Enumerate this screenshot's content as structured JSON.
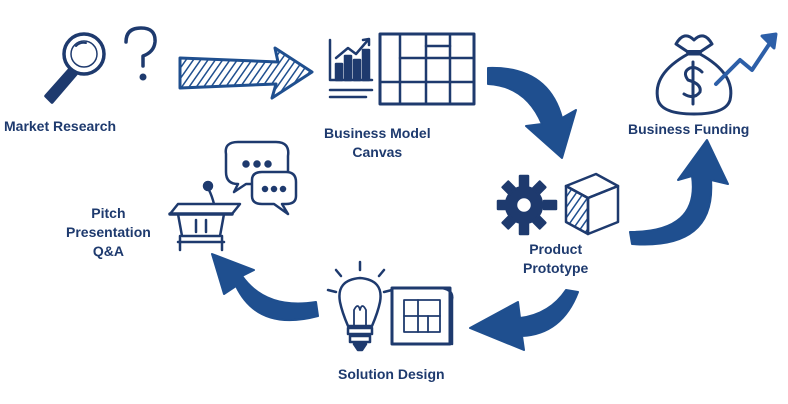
{
  "diagram": {
    "colors": {
      "ink": "#1e3a6e",
      "arrow": "#1f4f8f",
      "accent": "#2d5fa8"
    },
    "nodes": [
      {
        "id": "market-research",
        "lines": [
          "Market Research"
        ],
        "icon": "magnifier-question-icon"
      },
      {
        "id": "business-model-canvas",
        "lines": [
          "Business Model",
          "Canvas"
        ],
        "icon": "chart-canvas-icon"
      },
      {
        "id": "business-funding",
        "lines": [
          "Business Funding"
        ],
        "icon": "money-bag-growth-icon"
      },
      {
        "id": "product-prototype",
        "lines": [
          "Product",
          "Prototype"
        ],
        "icon": "gear-cube-icon"
      },
      {
        "id": "solution-design",
        "lines": [
          "Solution Design"
        ],
        "icon": "lightbulb-blueprint-icon"
      },
      {
        "id": "pitch-presentation",
        "lines": [
          "Pitch",
          "Presentation",
          "Q&A"
        ],
        "icon": "podium-speech-icon"
      }
    ],
    "edges": [
      {
        "from": "market-research",
        "to": "business-model-canvas"
      },
      {
        "from": "business-model-canvas",
        "to": "product-prototype"
      },
      {
        "from": "product-prototype",
        "to": "business-funding"
      },
      {
        "from": "product-prototype",
        "to": "solution-design"
      },
      {
        "from": "solution-design",
        "to": "pitch-presentation"
      }
    ]
  }
}
